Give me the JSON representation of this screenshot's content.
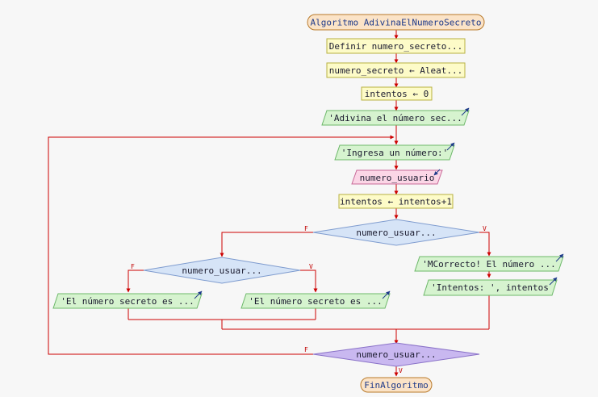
{
  "flowchart": {
    "start": "Algoritmo AdivinaElNumeroSecreto",
    "define": "Definir numero_secreto...",
    "assign_random": "numero_secreto ← Aleat...",
    "init_attempts": "intentos ← 0",
    "print_intro": "'Adivina el número sec...",
    "print_prompt": "'Ingresa un número:'",
    "read_input": "numero_usuario",
    "increment": "intentos ← intentos+1",
    "decision_main": "numero_usuar...",
    "decision_inner": "numero_usuar...",
    "print_lower": "'El número secreto es ...",
    "print_higher": "'El número secreto es ...",
    "print_correct": "'MCorrecto! El número ...",
    "print_attempts": "'Intentos: ', intentos",
    "loop_condition": "numero_usuar...",
    "end": "FinAlgoritmo",
    "false_tag": "F",
    "true_tag": "V"
  },
  "colors": {
    "line": "#cc0000",
    "terminal_fill": "#fbe3c7",
    "terminal_stroke": "#b8792a",
    "process_fill": "#fdfbc8",
    "process_stroke": "#b8b040",
    "output_fill": "#d6f3cf",
    "output_stroke": "#6db86a",
    "input_fill": "#fbd6e6",
    "input_stroke": "#c86a98",
    "decision_fill": "#d6e4f7",
    "decision_stroke": "#7f9ccf",
    "loop_fill": "#c9b8f0",
    "loop_stroke": "#8a72c8"
  }
}
